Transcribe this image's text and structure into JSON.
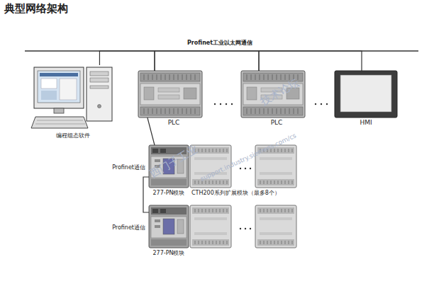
{
  "diagram": {
    "title": "典型网络架构",
    "nodes": [
      {
        "text": [
          "编程组态软件"
        ]
      },
      {
        "text": [
          "PLC"
        ]
      },
      {
        "text": [
          "PLC"
        ]
      },
      {
        "text": [
          "HMI"
        ]
      },
      {
        "text": [
          "277-PN模块"
        ]
      },
      {
        "text": [
          "277-PN模块"
        ]
      }
    ],
    "edges": [
      {
        "from": 0,
        "to": 1,
        "arrow": "none"
      },
      {
        "from": 1,
        "to": 2,
        "arrow": "none",
        "label": "Profinet工业以太网通信"
      },
      {
        "from": 2,
        "to": 3,
        "arrow": "none"
      },
      {
        "from": 1,
        "to": 4,
        "arrow": "none"
      },
      {
        "from": 4,
        "to": 5,
        "arrow": "none"
      }
    ],
    "labels": [
      "Profinet通信",
      "Profinet通信",
      "CTH200系列扩展模块（最多8个）",
      "西门子工业",
      "技术论坛",
      "support.industry.siemens.com/cs"
    ]
  }
}
